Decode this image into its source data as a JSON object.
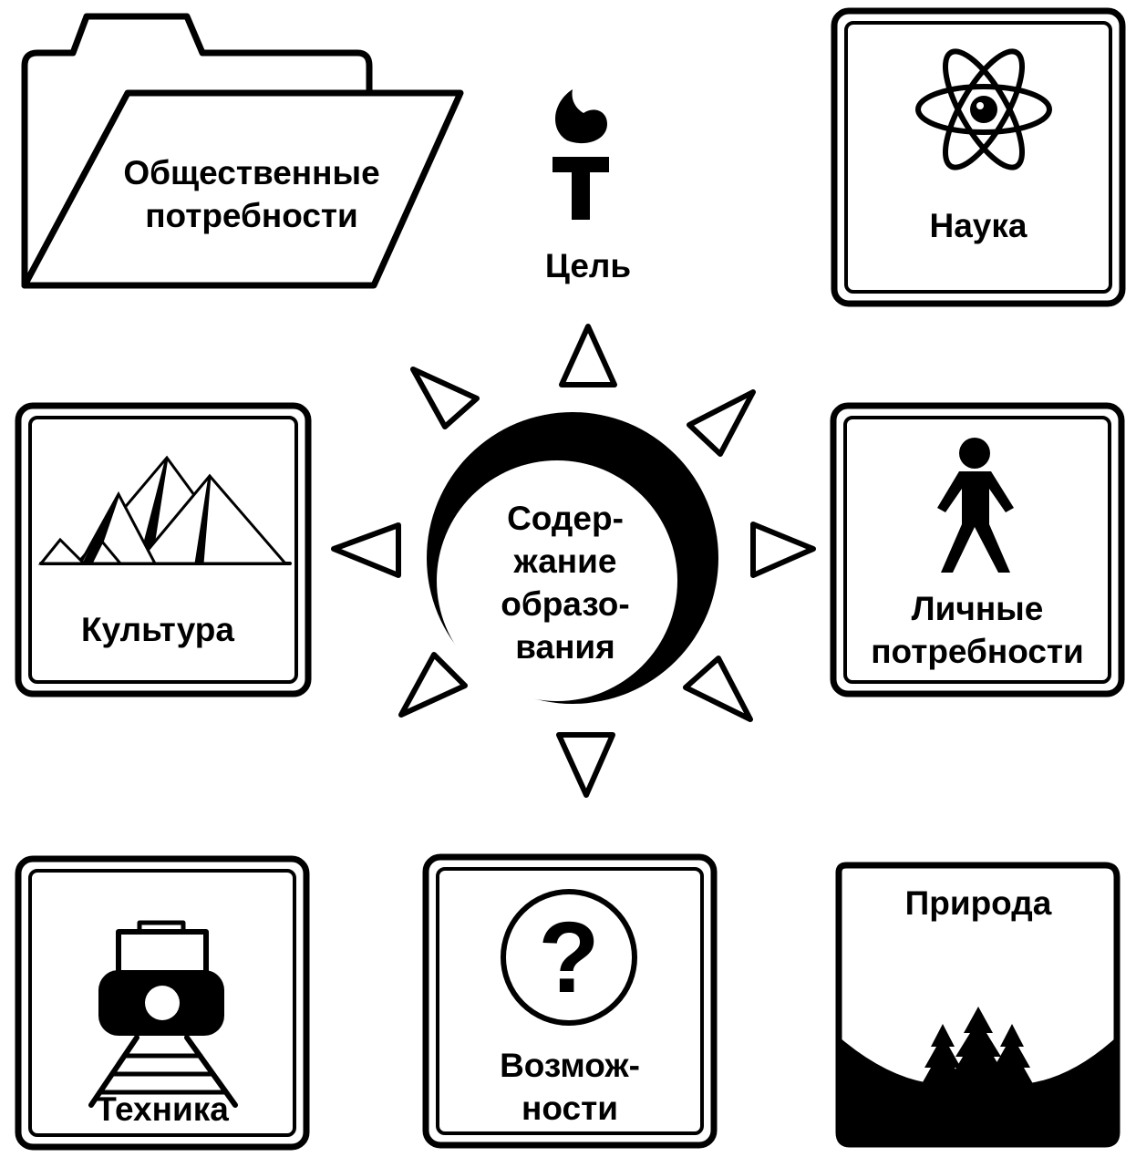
{
  "diagram": {
    "center": {
      "lines": [
        "Содер-",
        "жание",
        "образо-",
        "вания"
      ]
    },
    "nodes": {
      "social_needs": {
        "lines": [
          "Общественные",
          "потребности"
        ],
        "icon": "folder-icon"
      },
      "goal": {
        "lines": [
          "Цель"
        ],
        "icon": "torch-icon"
      },
      "science": {
        "lines": [
          "Наука"
        ],
        "icon": "atom-icon"
      },
      "culture": {
        "lines": [
          "Культура"
        ],
        "icon": "pyramids-icon"
      },
      "personal_needs": {
        "lines": [
          "Личные",
          "потребности"
        ],
        "icon": "person-icon"
      },
      "technology": {
        "lines": [
          "Техника"
        ],
        "icon": "train-icon"
      },
      "possibilities": {
        "lines": [
          "Возмож-",
          "ности"
        ],
        "icon": "question-icon"
      },
      "nature": {
        "lines": [
          "Природа"
        ],
        "icon": "forest-icon"
      }
    },
    "colors": {
      "ink": "#000000",
      "paper": "#ffffff"
    }
  }
}
